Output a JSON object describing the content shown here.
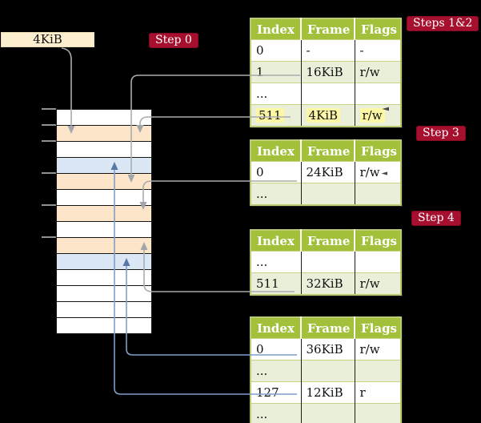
{
  "frame_box": {
    "label": "4KiB"
  },
  "step_labels": {
    "step0": "Step 0",
    "steps12": "Steps 1&2",
    "step3": "Step 3",
    "step4": "Step 4"
  },
  "page_tables": [
    {
      "name": "page-table-steps-1-2",
      "headers": [
        "Index",
        "Frame",
        "Flags"
      ],
      "rows": [
        {
          "cells": [
            "0",
            "-",
            "-"
          ],
          "highlight": false
        },
        {
          "cells": [
            "1",
            "16KiB",
            "r/w"
          ],
          "highlight": false
        },
        {
          "cells": [
            "...",
            "",
            ""
          ],
          "highlight": false
        },
        {
          "cells": [
            "511",
            "4KiB",
            "r/w"
          ],
          "highlight": true
        }
      ]
    },
    {
      "name": "page-table-step-3",
      "headers": [
        "Index",
        "Frame",
        "Flags"
      ],
      "rows": [
        {
          "cells": [
            "0",
            "24KiB",
            "r/w"
          ],
          "highlight": false
        },
        {
          "cells": [
            "...",
            "",
            ""
          ],
          "highlight": false
        }
      ]
    },
    {
      "name": "page-table-step-4",
      "headers": [
        "Index",
        "Frame",
        "Flags"
      ],
      "rows": [
        {
          "cells": [
            "...",
            "",
            ""
          ],
          "highlight": false
        },
        {
          "cells": [
            "511",
            "32KiB",
            "r/w"
          ],
          "highlight": false
        }
      ]
    },
    {
      "name": "page-table-bottom",
      "headers": [
        "Index",
        "Frame",
        "Flags"
      ],
      "rows": [
        {
          "cells": [
            "0",
            "36KiB",
            "r/w"
          ],
          "highlight": false
        },
        {
          "cells": [
            "...",
            "",
            ""
          ],
          "highlight": false
        },
        {
          "cells": [
            "127",
            "12KiB",
            "r"
          ],
          "highlight": false
        },
        {
          "cells": [
            "...",
            "",
            ""
          ],
          "highlight": false
        }
      ]
    }
  ],
  "memory_column": {
    "row_fills": [
      "white",
      "peach",
      "white",
      "blue",
      "peach",
      "white",
      "peach",
      "white",
      "peach",
      "blue",
      "white",
      "white",
      "white",
      "white"
    ],
    "tick_ys": [
      136,
      156,
      176,
      216,
      256,
      296
    ]
  },
  "colors": {
    "accent_red": "#a60f2e",
    "table_header_green": "#a3c03b",
    "table_row_green": "#eaefd9",
    "frame_peach": "#fce5c8",
    "frame_blue": "#dbe7f5",
    "highlight_yellow": "#fdf7a6",
    "box_cream": "#fcefd0",
    "connector_gray": "#aaacb0",
    "connector_blue": "#7f9ecb"
  }
}
